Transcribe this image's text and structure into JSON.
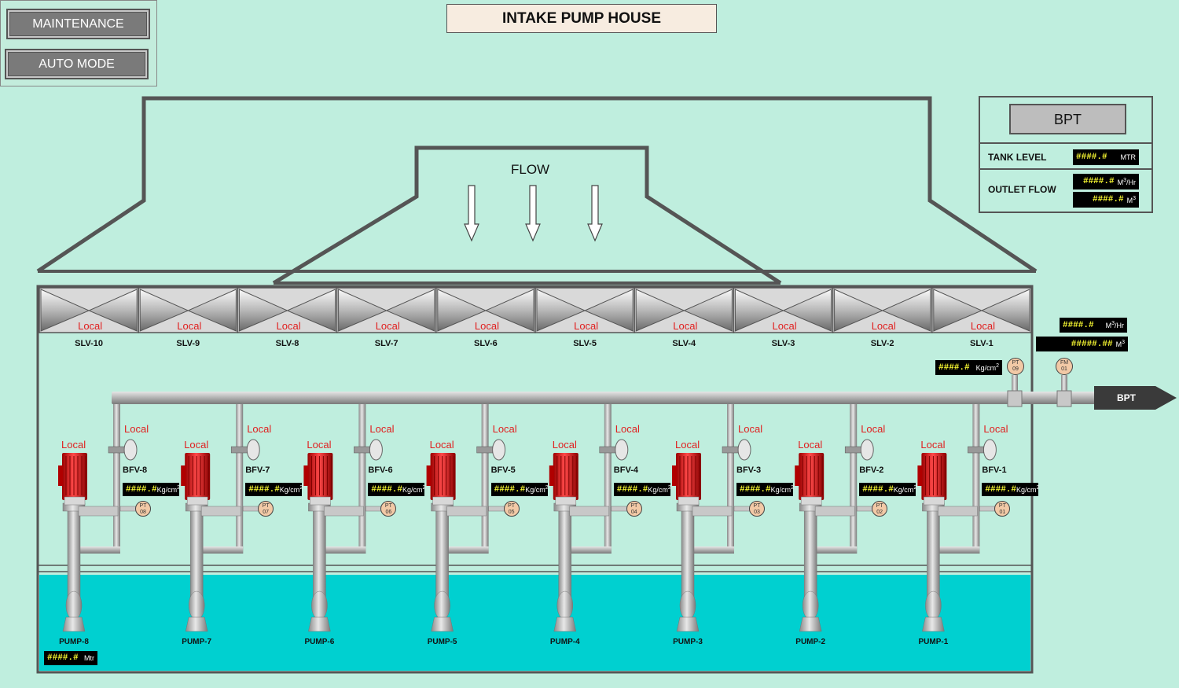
{
  "header": {
    "title": "INTAKE PUMP HOUSE"
  },
  "mode_panel": {
    "maintenance_label": "MAINTENANCE",
    "auto_mode_label": "AUTO MODE"
  },
  "bpt_panel": {
    "button_label": "BPT",
    "tank_level_label": "TANK LEVEL",
    "tank_level_value": "####.#",
    "tank_level_unit": "MTR",
    "outlet_flow_label": "OUTLET FLOW",
    "outlet_flow_rate_value": "####.#",
    "outlet_flow_total_value": "####.#"
  },
  "units": {
    "m": "M",
    "hr": "/Hr",
    "kgcm": "Kg/cm",
    "mtr": "Mtr",
    "mtr_caps": "MTR"
  },
  "flow_label": "FLOW",
  "header_readings": {
    "flow_rate": "####.#",
    "flow_total": "#####.##",
    "pressure": "####.#"
  },
  "instruments": {
    "pt09": "PT\n09",
    "fm01": "FM\n01"
  },
  "outlet_label": "BPT",
  "sump_level_value": "####.#",
  "sluice_valves": [
    {
      "name": "SLV-10",
      "status": "Local"
    },
    {
      "name": "SLV-9",
      "status": "Local"
    },
    {
      "name": "SLV-8",
      "status": "Local"
    },
    {
      "name": "SLV-7",
      "status": "Local"
    },
    {
      "name": "SLV-6",
      "status": "Local"
    },
    {
      "name": "SLV-5",
      "status": "Local"
    },
    {
      "name": "SLV-4",
      "status": "Local"
    },
    {
      "name": "SLV-3",
      "status": "Local"
    },
    {
      "name": "SLV-2",
      "status": "Local"
    },
    {
      "name": "SLV-1",
      "status": "Local"
    }
  ],
  "pumps": [
    {
      "name": "PUMP-8",
      "status": "Local",
      "valve": "BFV-8",
      "valve_status": "Local",
      "pressure": "####.#",
      "pt": "PT\n08"
    },
    {
      "name": "PUMP-7",
      "status": "Local",
      "valve": "BFV-7",
      "valve_status": "Local",
      "pressure": "####.#",
      "pt": "PT\n07"
    },
    {
      "name": "PUMP-6",
      "status": "Local",
      "valve": "BFV-6",
      "valve_status": "Local",
      "pressure": "####.#",
      "pt": "PT\n06"
    },
    {
      "name": "PUMP-5",
      "status": "Local",
      "valve": "BFV-5",
      "valve_status": "Local",
      "pressure": "####.#",
      "pt": "PT\n05"
    },
    {
      "name": "PUMP-4",
      "status": "Local",
      "valve": "BFV-4",
      "valve_status": "Local",
      "pressure": "####.#",
      "pt": "PT\n04"
    },
    {
      "name": "PUMP-3",
      "status": "Local",
      "valve": "BFV-3",
      "valve_status": "Local",
      "pressure": "####.#",
      "pt": "PT\n03"
    },
    {
      "name": "PUMP-2",
      "status": "Local",
      "valve": "BFV-2",
      "valve_status": "Local",
      "pressure": "####.#",
      "pt": "PT\n02"
    },
    {
      "name": "PUMP-1",
      "status": "Local",
      "valve": "BFV-1",
      "valve_status": "Local",
      "pressure": "####.#",
      "pt": "PT\n01"
    }
  ],
  "colors": {
    "background": "#bfeede",
    "water": "#00d0d0",
    "motor": "#e02020",
    "local_text": "#e02020",
    "digital_text": "#ffff33"
  }
}
